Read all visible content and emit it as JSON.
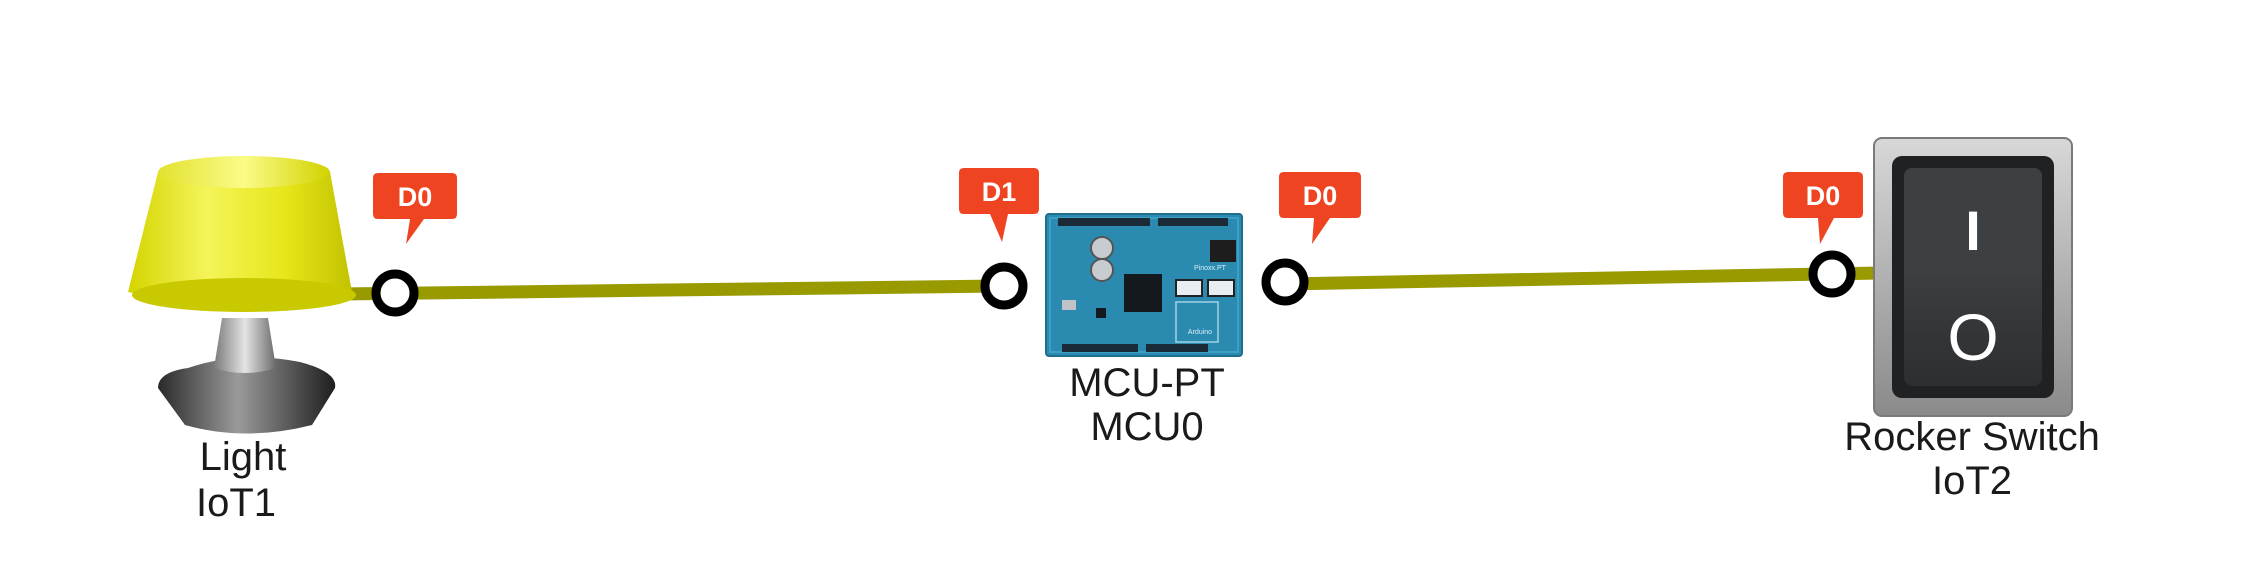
{
  "colors": {
    "wire": "#999900",
    "port_tag": "#ee4422",
    "light_shade": "#eaea1a",
    "mcu_board": "#2a8ab0",
    "switch_body": "#3a3d3f"
  },
  "devices": [
    {
      "id": "light",
      "icon": "light-lamp-icon",
      "name": "Light",
      "label": "IoT1"
    },
    {
      "id": "mcu",
      "icon": "mcu-board-icon",
      "name": "MCU-PT",
      "label": "MCU0"
    },
    {
      "id": "switch",
      "icon": "rocker-switch-icon",
      "name": "Rocker Switch",
      "label": "IoT2"
    }
  ],
  "ports": {
    "light_d0": "D0",
    "mcu_d1": "D1",
    "mcu_d0": "D0",
    "switch_d0": "D0"
  },
  "mcu_board_text": {
    "chip_label": "Arduino",
    "corner_label": "Pinoxx.PT"
  },
  "switch_symbols": {
    "on": "I",
    "off": "O"
  }
}
